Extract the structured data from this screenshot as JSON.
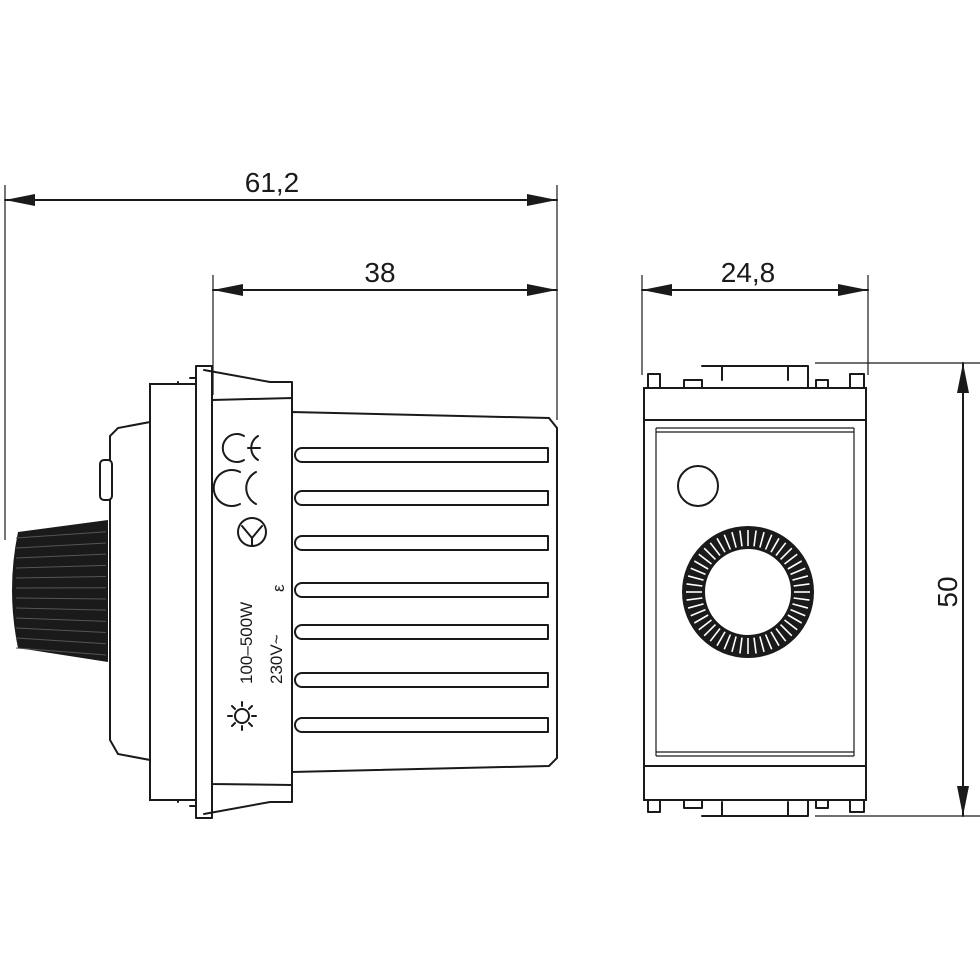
{
  "dimensions": {
    "overall_depth": "61,2",
    "body_depth": "38",
    "width": "24,8",
    "height": "50"
  },
  "markings": {
    "power_range": "100–500W",
    "voltage": "230V~",
    "icons": [
      "ce-mark-icon",
      "c-mark-icon",
      "lamp-symbol-icon",
      "epsilon-mark-icon",
      "dimmer-symbol-icon"
    ]
  }
}
